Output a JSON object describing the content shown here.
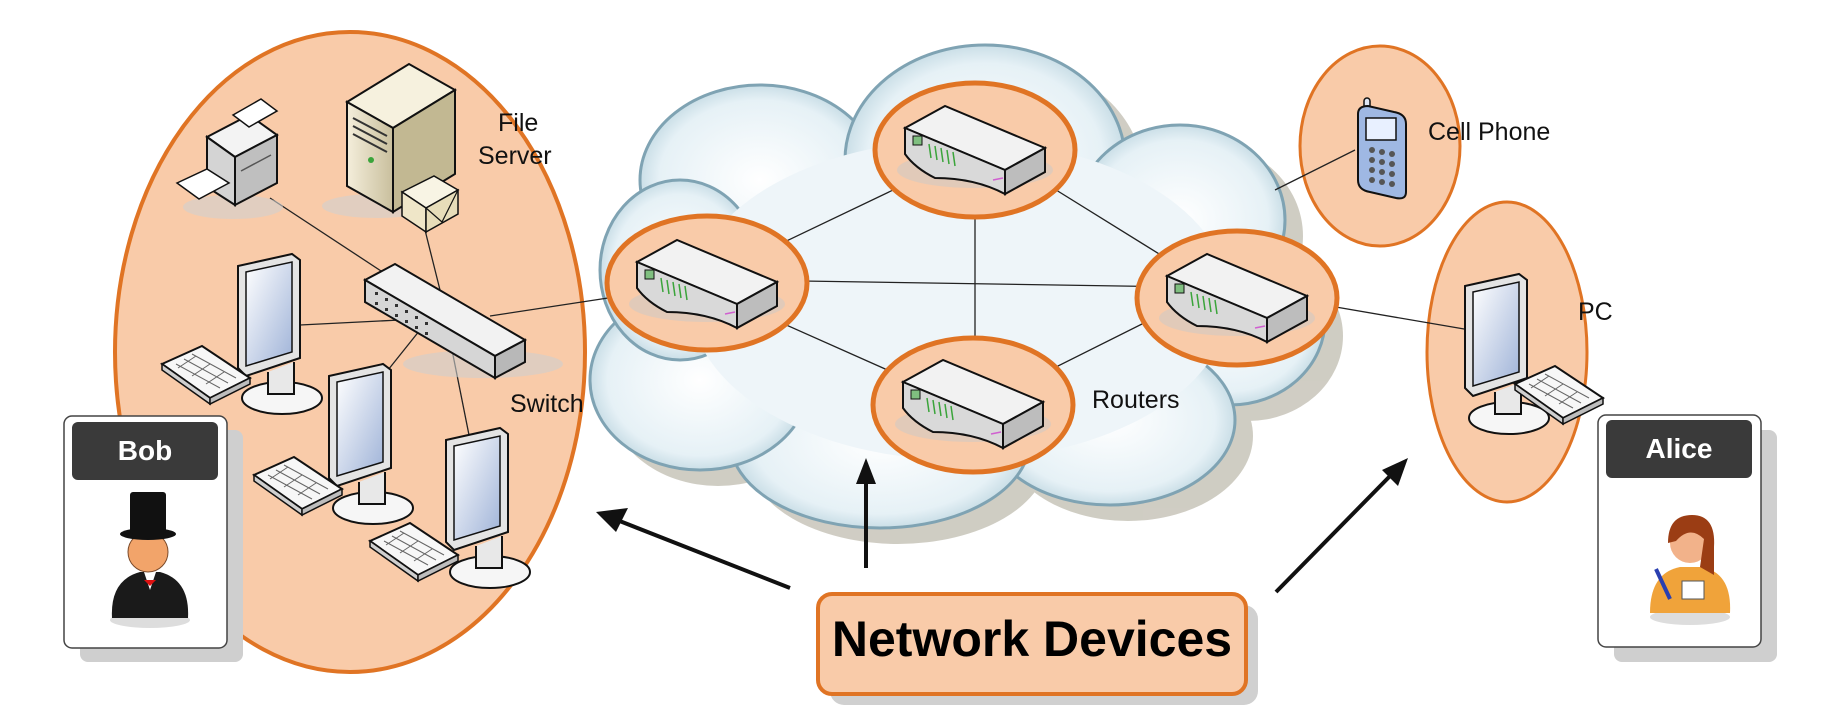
{
  "labels": {
    "file_server_line1": "File",
    "file_server_line2": "Server",
    "switch": "Switch",
    "routers": "Routers",
    "cell_phone": "Cell Phone",
    "pc": "PC"
  },
  "people": {
    "bob": "Bob",
    "alice": "Alice"
  },
  "title": "Network Devices",
  "colors": {
    "zone_fill": "#f9cba9",
    "zone_stroke": "#e07424",
    "cloud_fill": "#e6f1f6",
    "cloud_stroke": "#7fa3b3",
    "name_tag": "#3a3a3a",
    "title_fill": "#f9cba9"
  },
  "icons": [
    "printer-icon",
    "file-server-icon",
    "envelope-icon",
    "switch-icon",
    "monitor-icon",
    "keyboard-icon",
    "router-icon",
    "cell-phone-icon",
    "bob-avatar-icon",
    "alice-avatar-icon"
  ]
}
